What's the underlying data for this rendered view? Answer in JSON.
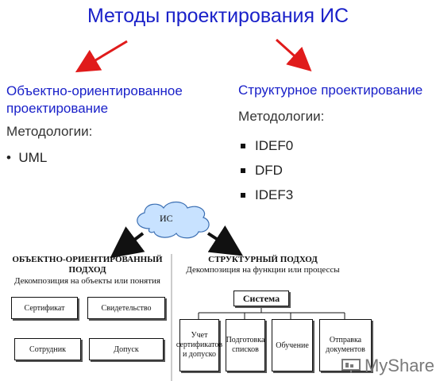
{
  "title": "Методы проектирования ИС",
  "left": {
    "heading": "Объектно-ориентированное проектирование",
    "methodologies_label": "Методологии:",
    "items": [
      "UML"
    ]
  },
  "right": {
    "heading": "Структурное проектирование",
    "methodologies_label": "Методологии:",
    "items": [
      "IDEF0",
      "DFD",
      "IDEF3"
    ]
  },
  "diagram": {
    "cloud_label": "ИС",
    "oo": {
      "heading": "ОБЪЕКТНО-ОРИЕНТИРОВАННЫЙ ПОДХОД",
      "subtitle": "Декомпозиция на объекты или понятия",
      "boxes": [
        "Сертификат",
        "Свидетельство",
        "Сотрудник",
        "Допуск"
      ]
    },
    "structural": {
      "heading": "СТРУКТУРНЫЙ ПОДХОД",
      "subtitle": "Декомпозиция на функции или процессы",
      "root": "Система",
      "children": [
        "Учет сертификатов и допуско",
        "Подготовка списков",
        "Обучение",
        "Отправка документов"
      ]
    }
  },
  "watermark": "MyShare",
  "colors": {
    "title": "#1a21c9",
    "arrow": "#e01b1b"
  }
}
